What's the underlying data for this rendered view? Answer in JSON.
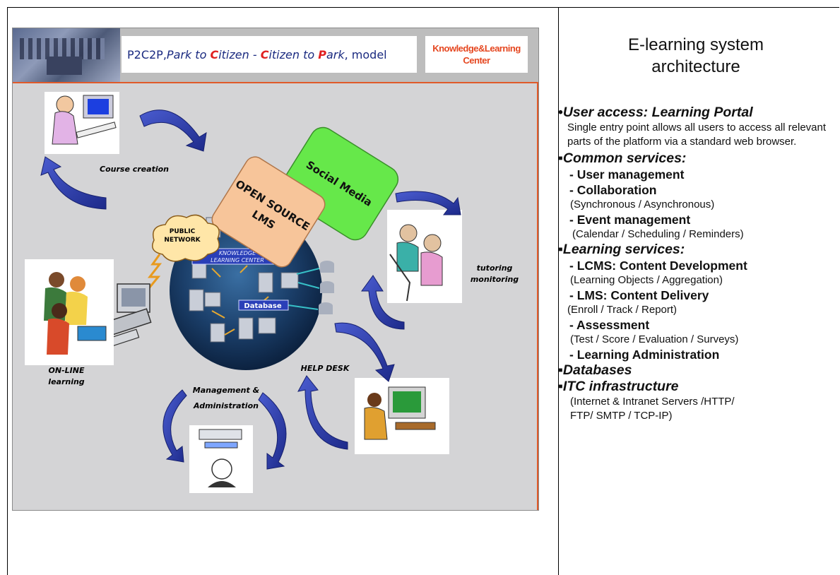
{
  "banner": {
    "title_prefix": "P2C2P, ",
    "title_segments": [
      {
        "t": "Park to ",
        "hl": false
      },
      {
        "t": "C",
        "hl": true
      },
      {
        "t": "itizen - ",
        "hl": false
      },
      {
        "t": "C",
        "hl": true
      },
      {
        "t": "itizen to ",
        "hl": false
      },
      {
        "t": "P",
        "hl": true
      },
      {
        "t": "ark",
        "hl": false
      }
    ],
    "title_suffix": ", model",
    "center_line1": "Knowledge&Learning",
    "center_line2": "Center"
  },
  "diagram": {
    "social_media": "Social Media",
    "open_source_lms_line1": "OPEN SOURCE",
    "open_source_lms_line2": "LMS",
    "public_network_line1": "PUBLIC",
    "public_network_line2": "NETWORK",
    "klc_line1": "KNOWLEDGE",
    "klc_line2": "LEARNING CENTER",
    "database": "Database",
    "course_creation": "Course creation",
    "tutoring_line1": "tutoring",
    "tutoring_line2": "monitoring",
    "online_line1": "ON-LINE",
    "online_line2": "learning",
    "help_desk": "HELP DESK",
    "mgmt_line1": "Management &",
    "mgmt_line2": "Administration"
  },
  "right_panel": {
    "title_line1": "E-learning system",
    "title_line2": "architecture",
    "user_access_bullet": "•",
    "user_access_heading": "User access: Learning Portal",
    "user_access_desc": "Single entry point allows all users to access all relevant parts of the platform via a standard web browser.",
    "common_bullet": "▪",
    "common_heading": "Common services:",
    "user_management": "- User management",
    "collaboration": "- Collaboration",
    "collaboration_detail": "(Synchronous / Asynchronous)",
    "event_management": "- Event management",
    "event_detail": "(Calendar / Scheduling / Reminders)",
    "learning_bullet": "▪",
    "learning_heading": "Learning services:",
    "lcms": "- LCMS: Content Development",
    "lcms_detail": "(Learning Objects / Aggregation)",
    "lms": "- LMS: Content Delivery",
    "lms_detail": "(Enroll / Track / Report)",
    "assessment": "- Assessment",
    "assessment_detail": "(Test / Score / Evaluation / Surveys)",
    "learning_admin": "- Learning Administration",
    "databases_bullet": "▪",
    "databases_heading": "Databases",
    "itc_bullet": "▪",
    "itc_heading": "ITC infrastructure",
    "itc_detail_line1": "(Internet & Intranet Servers /HTTP/",
    "itc_detail_line2": "FTP/  SMTP / TCP-IP)"
  },
  "colors": {
    "arrow": "#2f3fae",
    "social_media": "#66e84a",
    "open_source_lms": "#f7c59a",
    "globe": "#1b3f6a",
    "banner_accent": "#e05a2a"
  }
}
